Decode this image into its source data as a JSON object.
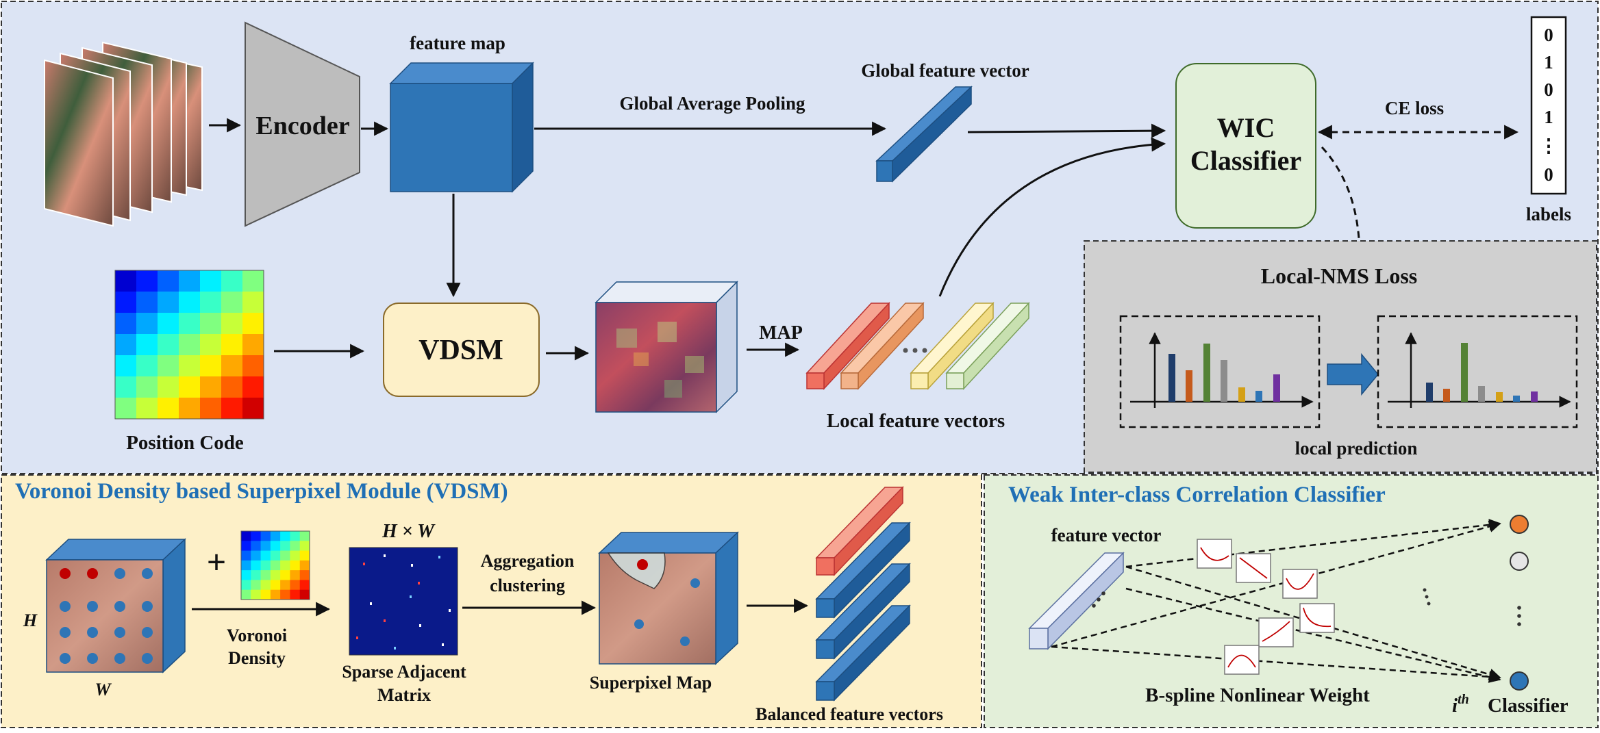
{
  "top": {
    "encoder_label": "Encoder",
    "feature_map_label": "feature map",
    "gap_label": "Global Average Pooling",
    "global_vector_label": "Global feature vector",
    "wic_line1": "WIC",
    "wic_line2": "Classifier",
    "ce_loss_label": "CE loss",
    "labels_caption": "labels",
    "label_values": [
      "0",
      "1",
      "0",
      "1",
      "⋮",
      "0"
    ],
    "position_code_label": "Position Code",
    "vdsm_label": "VDSM",
    "map_label": "MAP",
    "local_vectors_label": "Local feature vectors",
    "local_nms_title": "Local-NMS Loss",
    "local_prediction_label": "local prediction"
  },
  "vdsm_panel": {
    "title": "Voronoi Density based Superpixel Module (VDSM)",
    "h_label": "H",
    "w_label": "W",
    "plus": "+",
    "hw_label": "H × W",
    "voronoi_line1": "Voronoi",
    "voronoi_line2": "Density",
    "sparse_line1": "Sparse Adjacent",
    "sparse_line2": "Matrix",
    "agg_line1": "Aggregation",
    "agg_line2": "clustering",
    "superpixel_label": "Superpixel Map",
    "balanced_label": "Balanced feature vectors"
  },
  "wic_panel": {
    "title": "Weak Inter-class Correlation Classifier",
    "feature_vector_label": "feature vector",
    "bspline_label": "B-spline Nonlinear Weight",
    "ith_label": "i",
    "ith_sup": "th",
    "classifier_label": "Classifier"
  },
  "colors": {
    "top_bg": "#dce4f4",
    "vdsm_bg": "#fdf0c8",
    "wic_bg": "#e3efd9",
    "nms_bg": "#d0d0d0",
    "cube_blue": "#2e75b6",
    "title_blue": "#1f6fb5"
  }
}
